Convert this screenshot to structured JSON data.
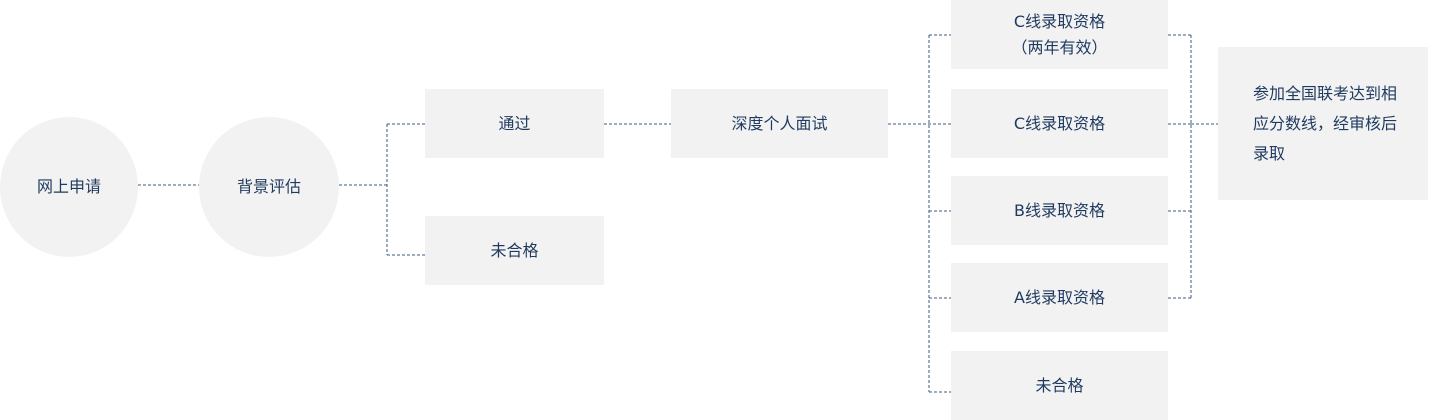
{
  "nodes": {
    "apply_online": "网上申请",
    "background_eval": "背景评估",
    "pass": "通过",
    "fail_1": "未合格",
    "interview": "深度个人面试",
    "c_line_two_year": {
      "line1": "C线录取资格",
      "line2": "（两年有效）"
    },
    "c_line": "C线录取资格",
    "b_line": "B线录取资格",
    "a_line": "A线录取资格",
    "fail_2": "未合格",
    "final_note": "参加全国联考达到相应分数线，经审核后录取"
  },
  "colors": {
    "node_fill": "#f2f2f2",
    "text": "#1f3a5f",
    "connector": "#3d5a80"
  }
}
